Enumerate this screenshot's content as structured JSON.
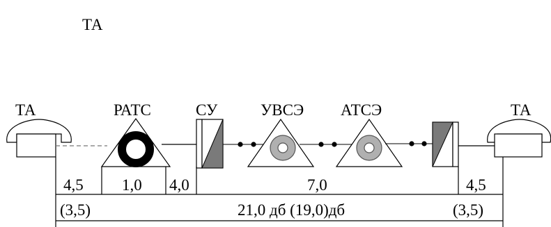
{
  "title": "ТА",
  "nodes": {
    "ta_left": "ТА",
    "rats": "РАТС",
    "su": "СУ",
    "uvse": "УВСЭ",
    "atse": "АТСЭ",
    "ta_right": "ТА"
  },
  "segments": {
    "s1": "4,5",
    "s2": "1,0",
    "s3": "4,0",
    "s4": "7,0",
    "s5": "4,5"
  },
  "totals": {
    "left": "(3,5)",
    "center": "21,0 дб (19,0)дб",
    "right": "(3,5)"
  },
  "colors": {
    "line": "#000000",
    "su_fill": "#7a7a7a",
    "ring_black": "#000000",
    "ring_grey": "#b0b0b0"
  }
}
